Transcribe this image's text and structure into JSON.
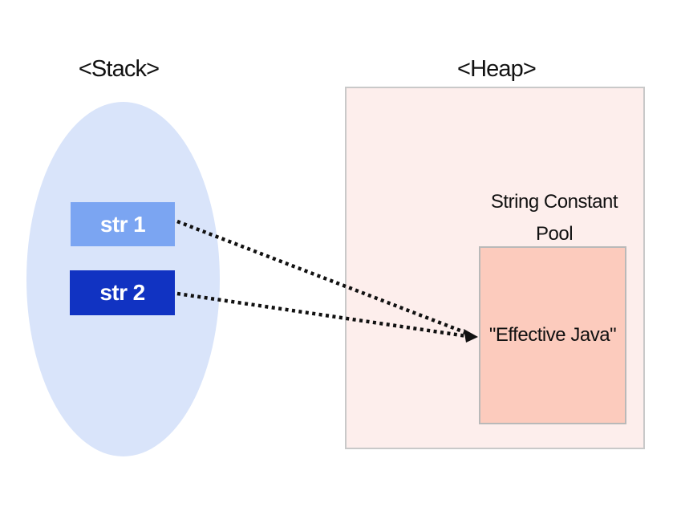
{
  "stack": {
    "label": "<Stack>",
    "variables": [
      {
        "name": "str 1"
      },
      {
        "name": "str 2"
      }
    ]
  },
  "heap": {
    "label": "<Heap>",
    "pool": {
      "title": "String Constant Pool",
      "value": "\"Effective Java\""
    }
  },
  "references": [
    {
      "from": "str 1",
      "to": "\"Effective Java\"",
      "style": "dotted-arrow"
    },
    {
      "from": "str 2",
      "to": "\"Effective Java\"",
      "style": "dotted-arrow"
    }
  ],
  "colors": {
    "stack_ellipse": "#d9e4fa",
    "str1_box": "#7ba5f2",
    "str2_box": "#1133c2",
    "heap_background": "#fdeeec",
    "heap_border": "#c9c9c9",
    "pool_background": "#fccbbd",
    "pool_border": "#b9b9b9",
    "arrow": "#111111",
    "label_text": "#111111",
    "box_text": "#ffffff"
  }
}
